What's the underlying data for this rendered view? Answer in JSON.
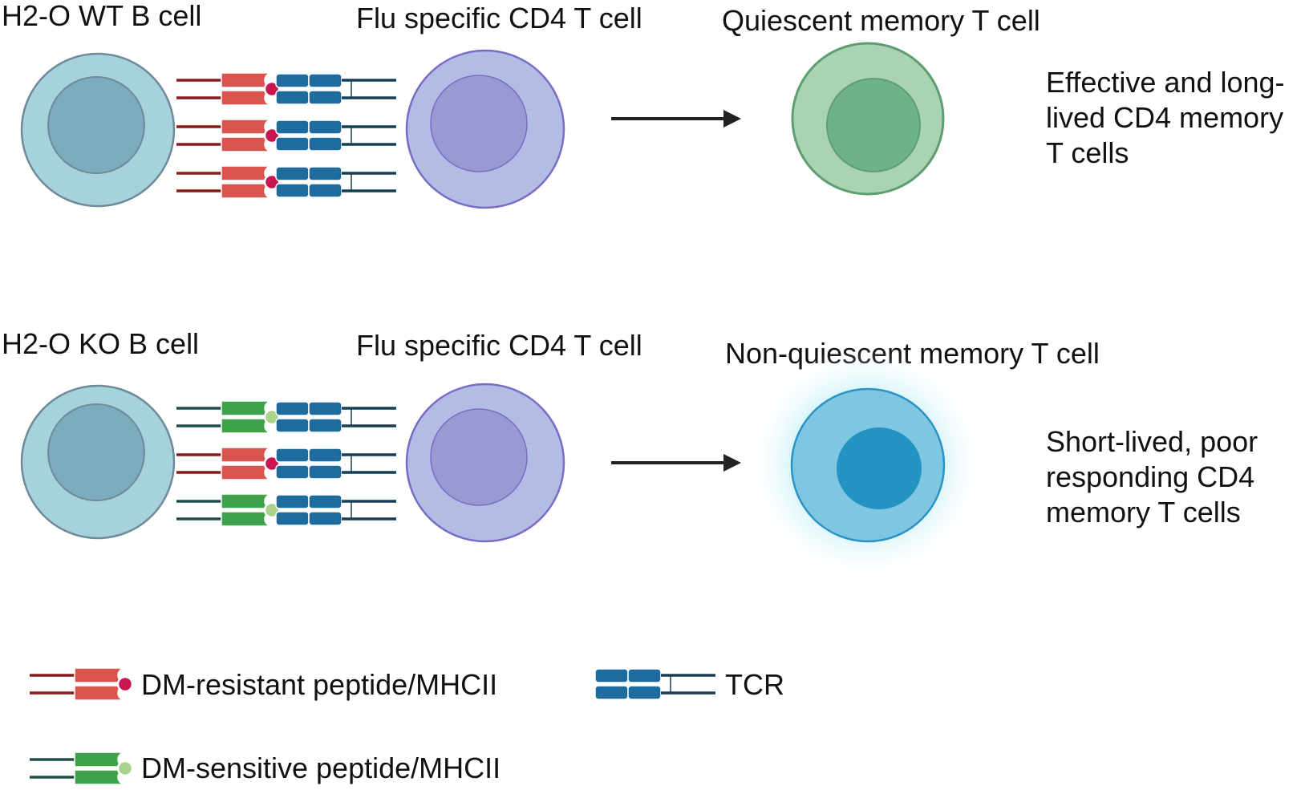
{
  "colors": {
    "b_cell_fill": "#a6d2dd",
    "b_cell_nucleus": "#7aacbd",
    "cell_stroke": "#6f8a98",
    "t_cell_fill": "#b3bde3",
    "t_cell_nucleus": "#9a9ad3",
    "t_cell_stroke": "#7a6cc6",
    "quiescent_fill": "#a9d3b1",
    "quiescent_nucleus": "#6fb287",
    "quiescent_stroke": "#5e9e70",
    "nonquiescent_fill": "#7ec6e2",
    "nonquiescent_nucleus": "#2593c1",
    "nonquiescent_stroke": "#2a93c5",
    "glow": "#7fe0ec",
    "resistant_mhc": "#d9534f",
    "resistant_peptide": "#c8174f",
    "resistant_line": "#8b1a1a",
    "sensitive_mhc": "#3fa14a",
    "sensitive_peptide": "#a9d38a",
    "sensitive_line": "#1f4e4a",
    "tcr": "#1e6b9e",
    "tcr_line": "#163f56",
    "arrow": "#222222"
  },
  "rows": [
    {
      "b_cell_label": "H2-O WT B cell",
      "t_cell_label": "Flu specific CD4 T cell",
      "memory_label": "Quiescent memory T cell",
      "outcome_lines": [
        "Effective and long-",
        "lived CD4 memory",
        "T cells"
      ],
      "complexes": [
        "resistant",
        "resistant",
        "resistant"
      ],
      "memory_type": "quiescent"
    },
    {
      "b_cell_label": "H2-O KO B cell",
      "t_cell_label": "Flu specific CD4 T cell",
      "memory_label": "Non-quiescent memory T cell",
      "outcome_lines": [
        "Short-lived, poor",
        "responding CD4",
        "memory T cells"
      ],
      "complexes": [
        "sensitive",
        "resistant",
        "sensitive"
      ],
      "memory_type": "nonquiescent"
    }
  ],
  "legend": {
    "resistant_label": "DM-resistant peptide/MHCII",
    "sensitive_label": "DM-sensitive peptide/MHCII",
    "tcr_label": "TCR"
  }
}
